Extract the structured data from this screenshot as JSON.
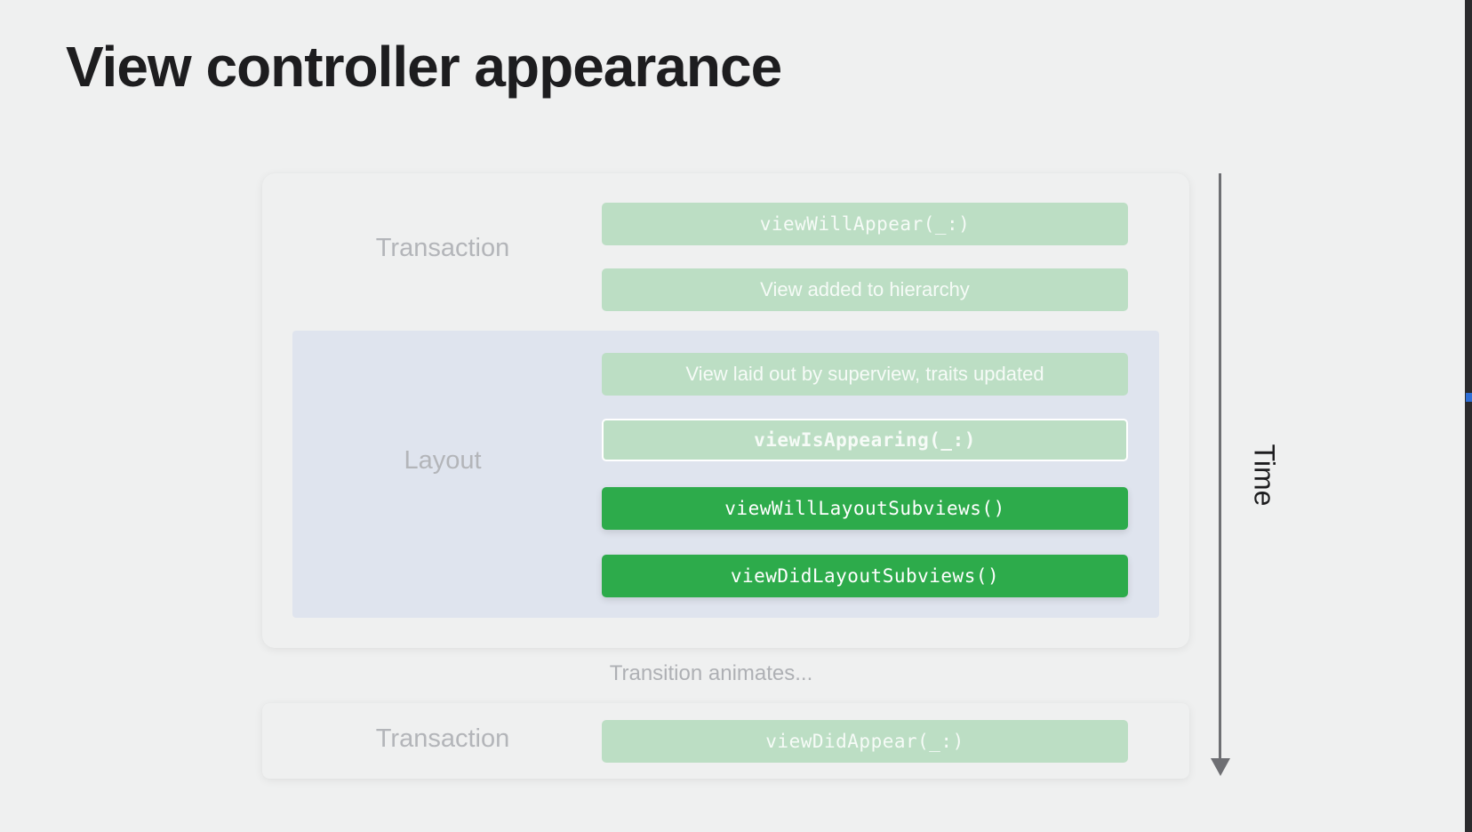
{
  "title": "View controller appearance",
  "transaction_top": {
    "label": "Transaction",
    "steps": [
      {
        "text": "viewWillAppear(_:)",
        "style": "code",
        "state": "faded"
      },
      {
        "text": "View added to hierarchy",
        "style": "text",
        "state": "faded"
      }
    ]
  },
  "layout": {
    "label": "Layout",
    "steps": [
      {
        "text": "View laid out by superview, traits updated",
        "style": "text",
        "state": "faded"
      },
      {
        "text": "viewIsAppearing(_:)",
        "style": "code",
        "state": "outlined"
      },
      {
        "text": "viewWillLayoutSubviews()",
        "style": "code",
        "state": "active"
      },
      {
        "text": "viewDidLayoutSubviews()",
        "style": "code",
        "state": "active"
      }
    ]
  },
  "transition_note": "Transition animates...",
  "transaction_bottom": {
    "label": "Transaction",
    "steps": [
      {
        "text": "viewDidAppear(_:)",
        "style": "code",
        "state": "faded"
      }
    ]
  },
  "axis": {
    "label": "Time",
    "direction": "down"
  },
  "colors": {
    "background": "#eff0f0",
    "active_green": "#2dab4b",
    "faded_green": "#bcdec4",
    "layout_band": "#dfe4ee",
    "axis": "#6e6f73",
    "title_text": "#1d1d1f"
  }
}
